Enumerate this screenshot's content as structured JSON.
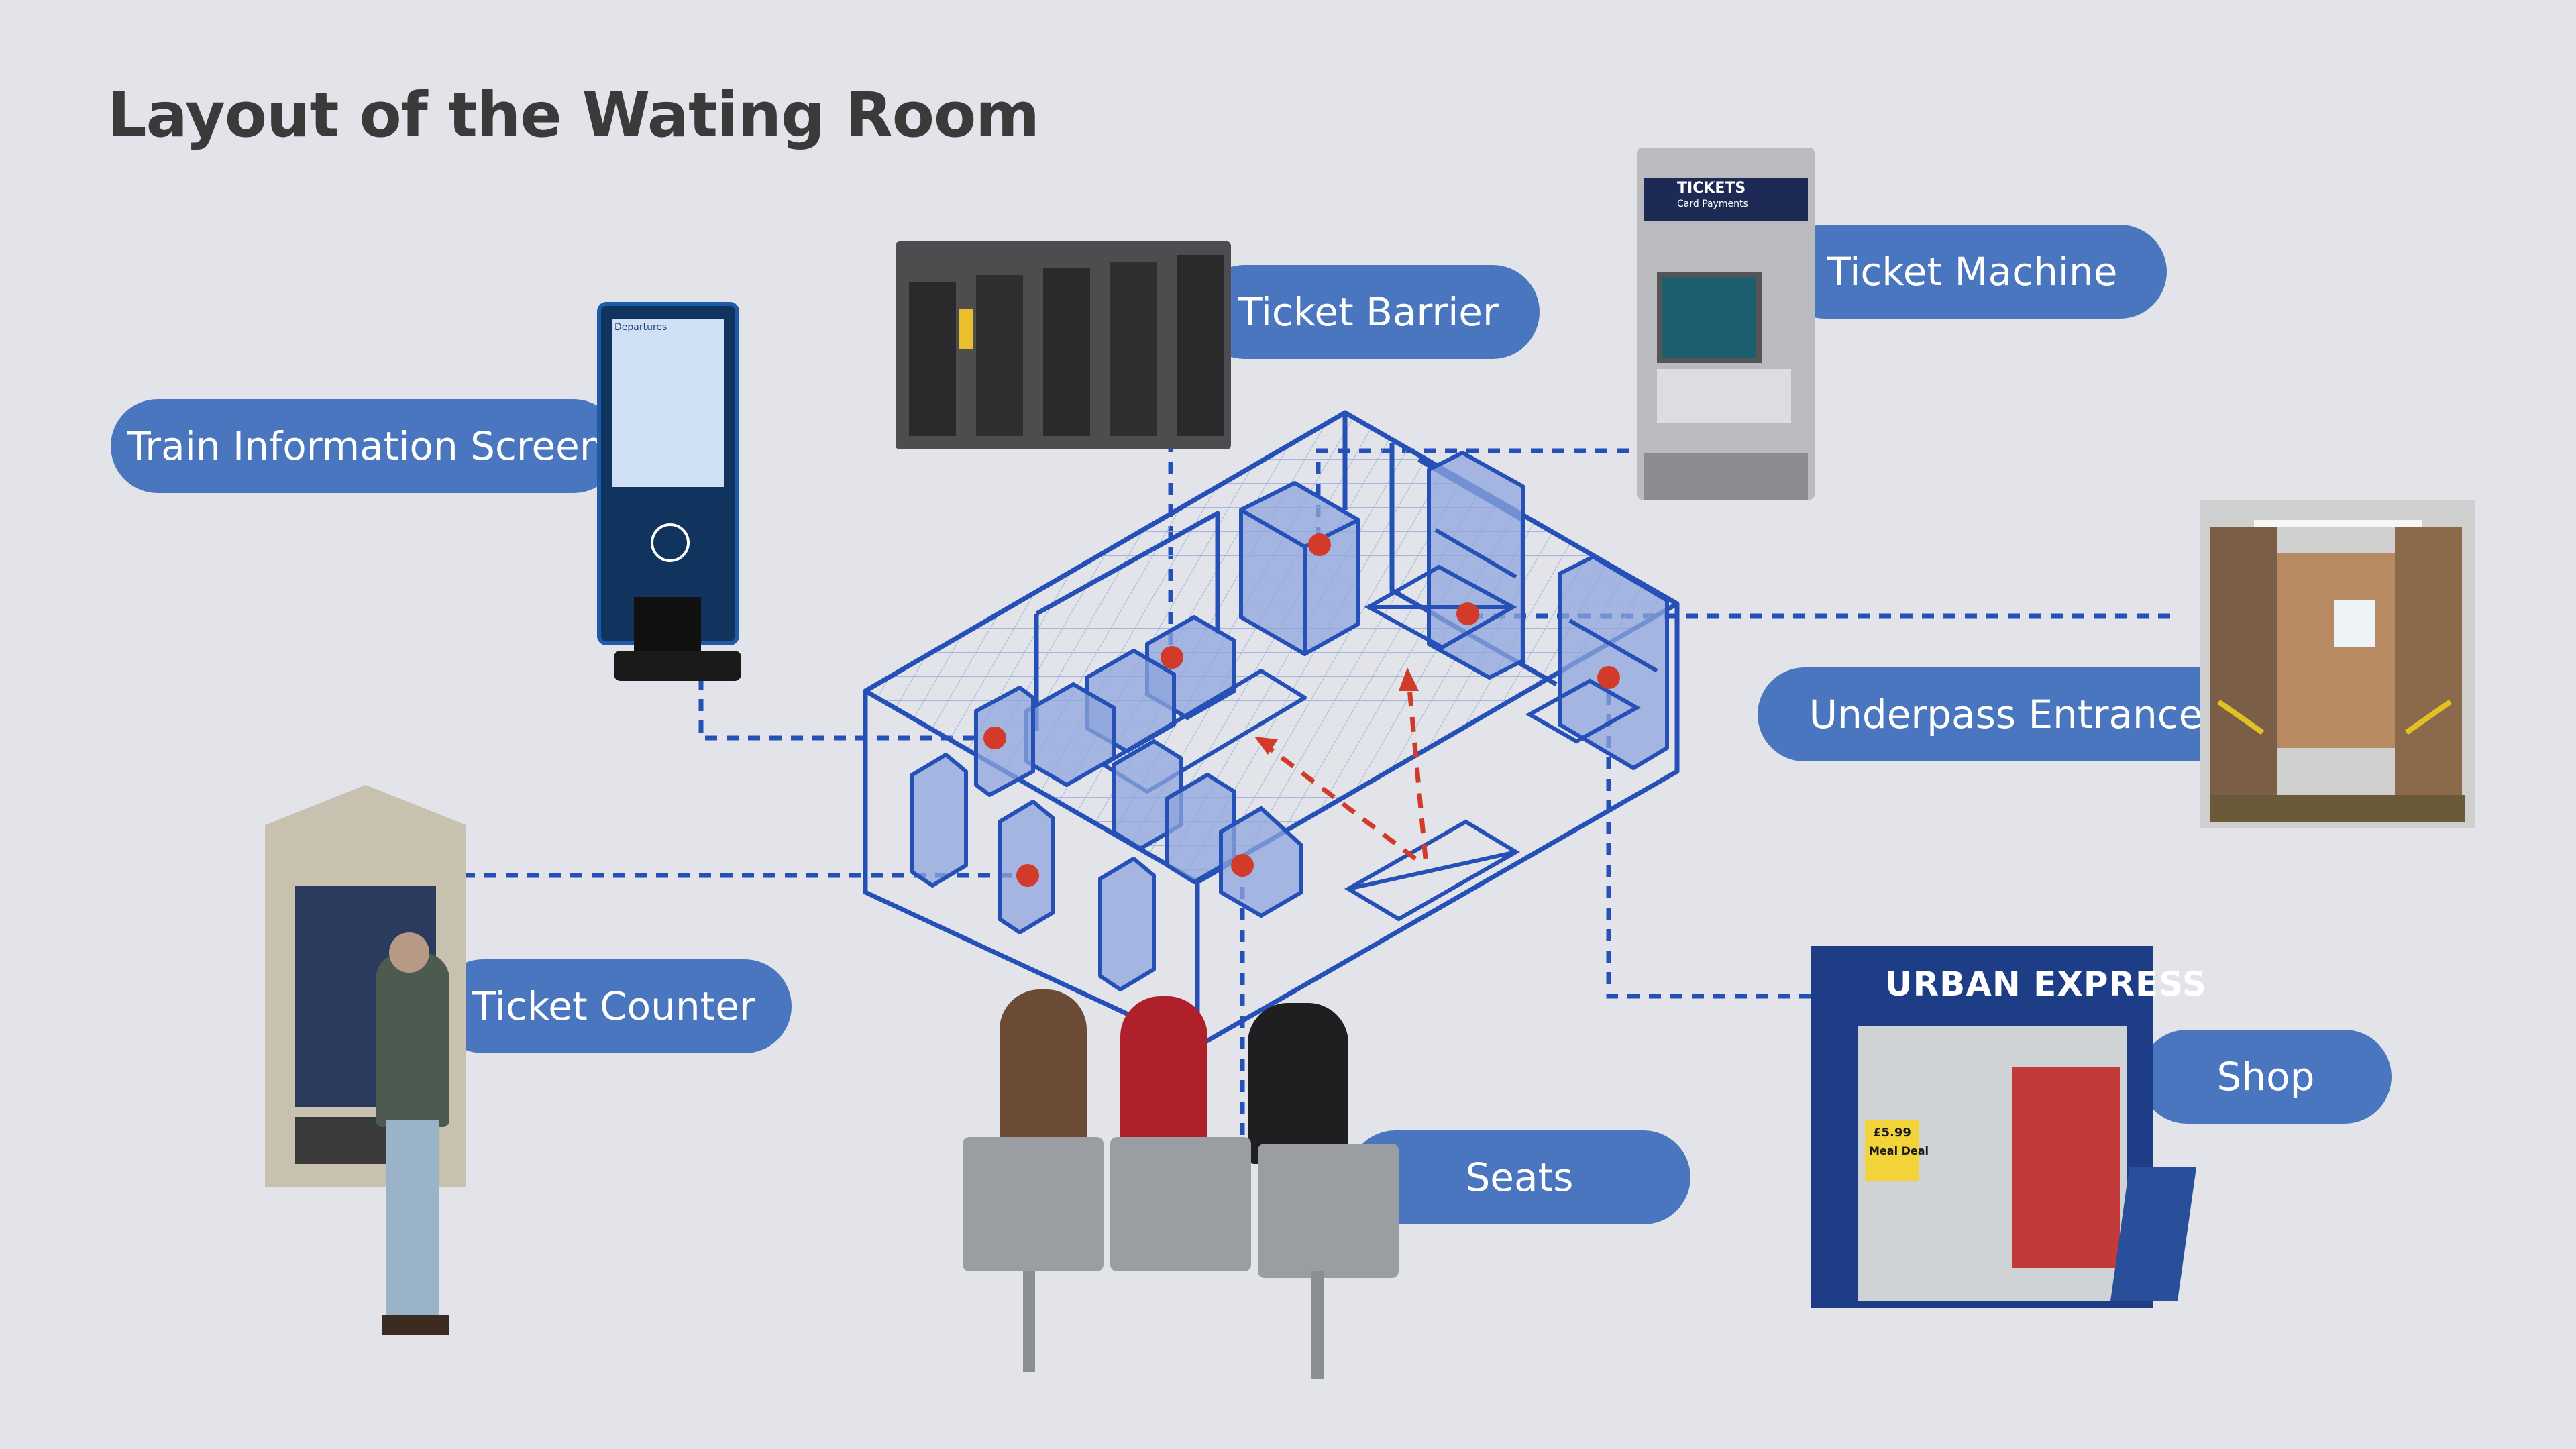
{
  "title": "Layout of the Wating Room",
  "labels": {
    "train_info": "Train Information Screen",
    "ticket_barrier": "Ticket Barrier",
    "ticket_machine": "Ticket Machine",
    "underpass": "Underpass Entrance",
    "ticket_counter": "Ticket Counter",
    "seats": "Seats",
    "shop": "Shop"
  },
  "photo_text": {
    "machine_sign": "TICKETS",
    "machine_sub": "Card Payments",
    "screen_header": "Departures",
    "shop_sign": "URBAN EXPRESS",
    "shop_poster_price": "£5.99",
    "shop_poster_text": "Meal Deal"
  },
  "colors": {
    "background": "#e3e4e9",
    "label_fill": "#4a76c0",
    "plan_line": "#2450b8",
    "marker": "#d23a2a"
  }
}
